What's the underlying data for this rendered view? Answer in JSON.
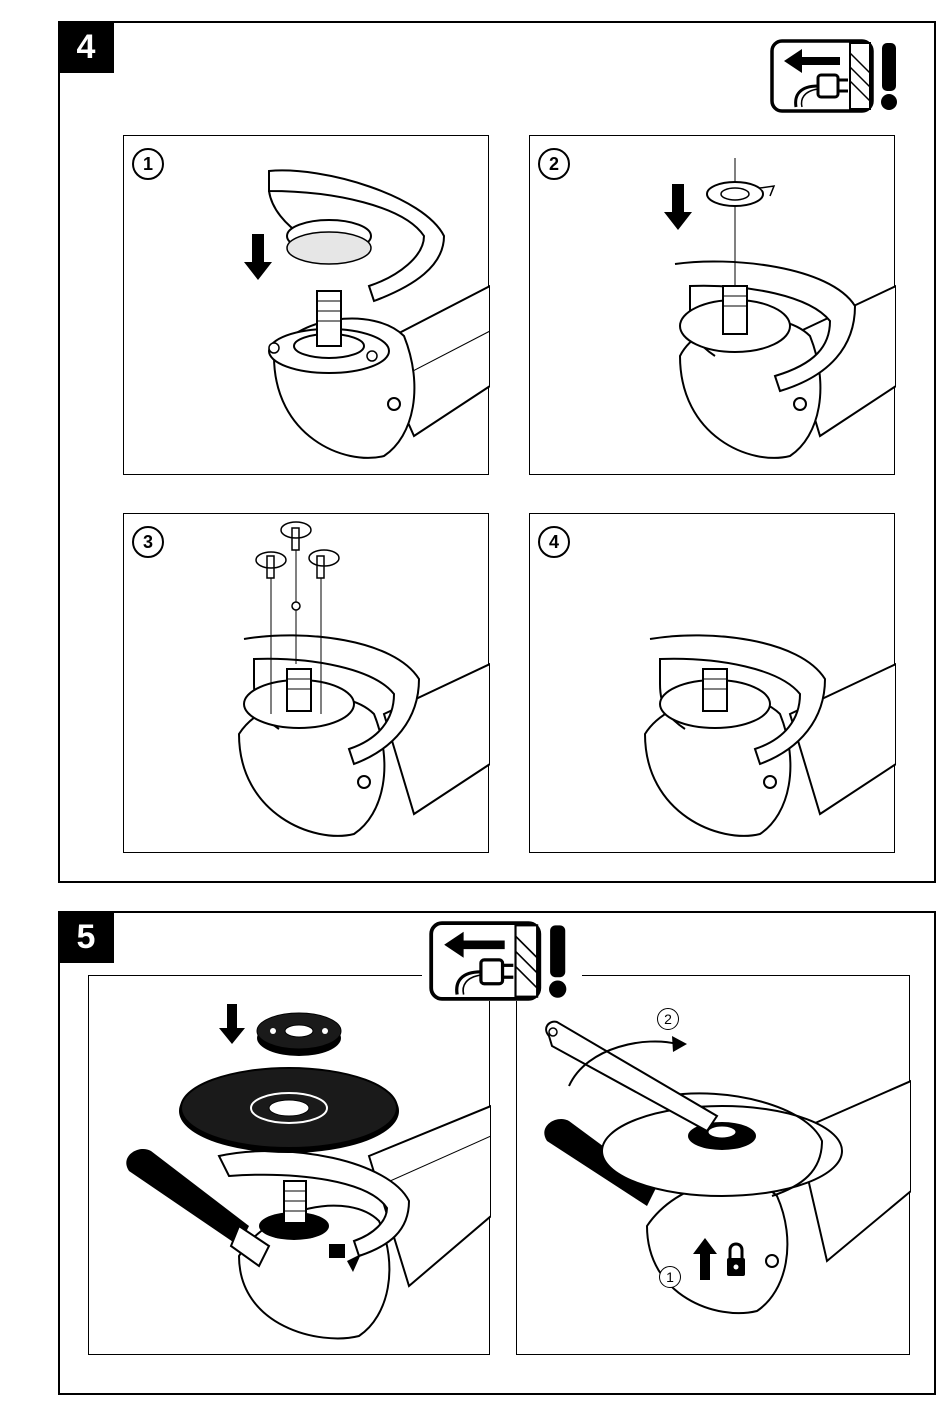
{
  "sections": [
    {
      "number": "4",
      "steps": [
        "1",
        "2",
        "3",
        "4"
      ],
      "icons": [
        "unplug-warning-icon"
      ]
    },
    {
      "number": "5",
      "icons": [
        "unplug-warning-icon"
      ],
      "callouts": {
        "rotate_step": "2",
        "lock_step": "1"
      }
    }
  ],
  "colors": {
    "ink": "#000000",
    "paper": "#ffffff",
    "grey": "#d9d9d9"
  }
}
